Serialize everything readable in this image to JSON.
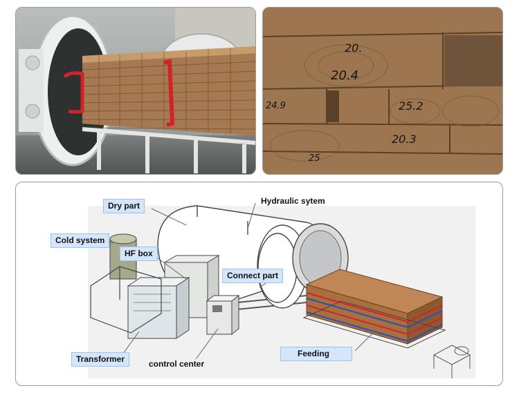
{
  "labels": {
    "dry_part": "Dry part",
    "hydraulic_system": "Hydraulic sytem",
    "cold_system": "Cold system",
    "hf_box": "HF box",
    "connect_part": "Connect part",
    "transformer": "Transformer",
    "control_center": "control center",
    "feeding": "Feeding"
  },
  "log_end_marks": [
    "20.",
    "20.4",
    "24.9",
    "25.2",
    "20.3",
    "25"
  ],
  "colors": {
    "label_fill": "#d4e6fb",
    "wood": "#b07a45",
    "strap_red": "#d2232a",
    "strap_blue": "#2a4fb8"
  }
}
